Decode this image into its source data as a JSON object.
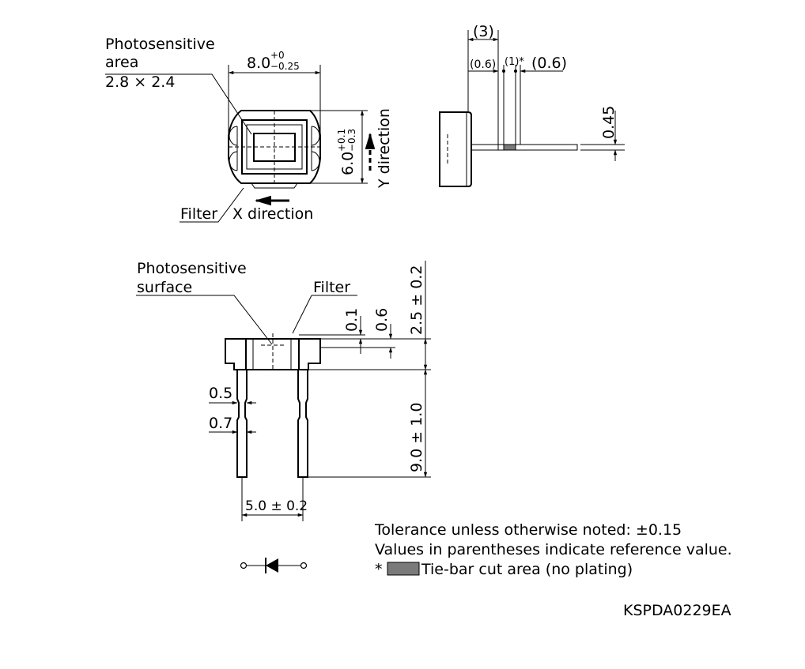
{
  "top_view": {
    "photosensitive_area_label_1": "Photosensitive",
    "photosensitive_area_label_2": "area",
    "photosensitive_area_size": "2.8 × 2.4",
    "width_dim": "8.0",
    "width_tol_plus": "+0",
    "width_tol_minus": "−0.25",
    "height_dim": "6.0",
    "height_tol_plus": "+0.1",
    "height_tol_minus": "−0.3",
    "y_direction_label": "Y direction",
    "x_direction_label": "X direction",
    "filter_label": "Filter"
  },
  "side_view": {
    "dim_3": "(3)",
    "dim_06_left": "(0.6)",
    "dim_1": "(1)*",
    "dim_06_right": "(0.6)",
    "dim_045": "0.45"
  },
  "front_view": {
    "photosensitive_surface_label_1": "Photosensitive",
    "photosensitive_surface_label_2": "surface",
    "filter_label": "Filter",
    "dim_01": "0.1",
    "dim_06": "0.6",
    "dim_25": "2.5 ± 0.2",
    "dim_05": "0.5",
    "dim_07": "0.7",
    "dim_90": "9.0 ± 1.0",
    "dim_50": "5.0 ± 0.2"
  },
  "notes": {
    "tolerance": "Tolerance unless otherwise noted: ±0.15",
    "parentheses": "Values in parentheses indicate reference value.",
    "asterisk": "*",
    "tiebar": "Tie-bar cut area (no plating)",
    "tiebar_swatch_color": "#7a7a7a"
  },
  "symbol": {
    "name": "photodiode-symbol-icon"
  },
  "drawing_code": "KSPDA0229EA"
}
